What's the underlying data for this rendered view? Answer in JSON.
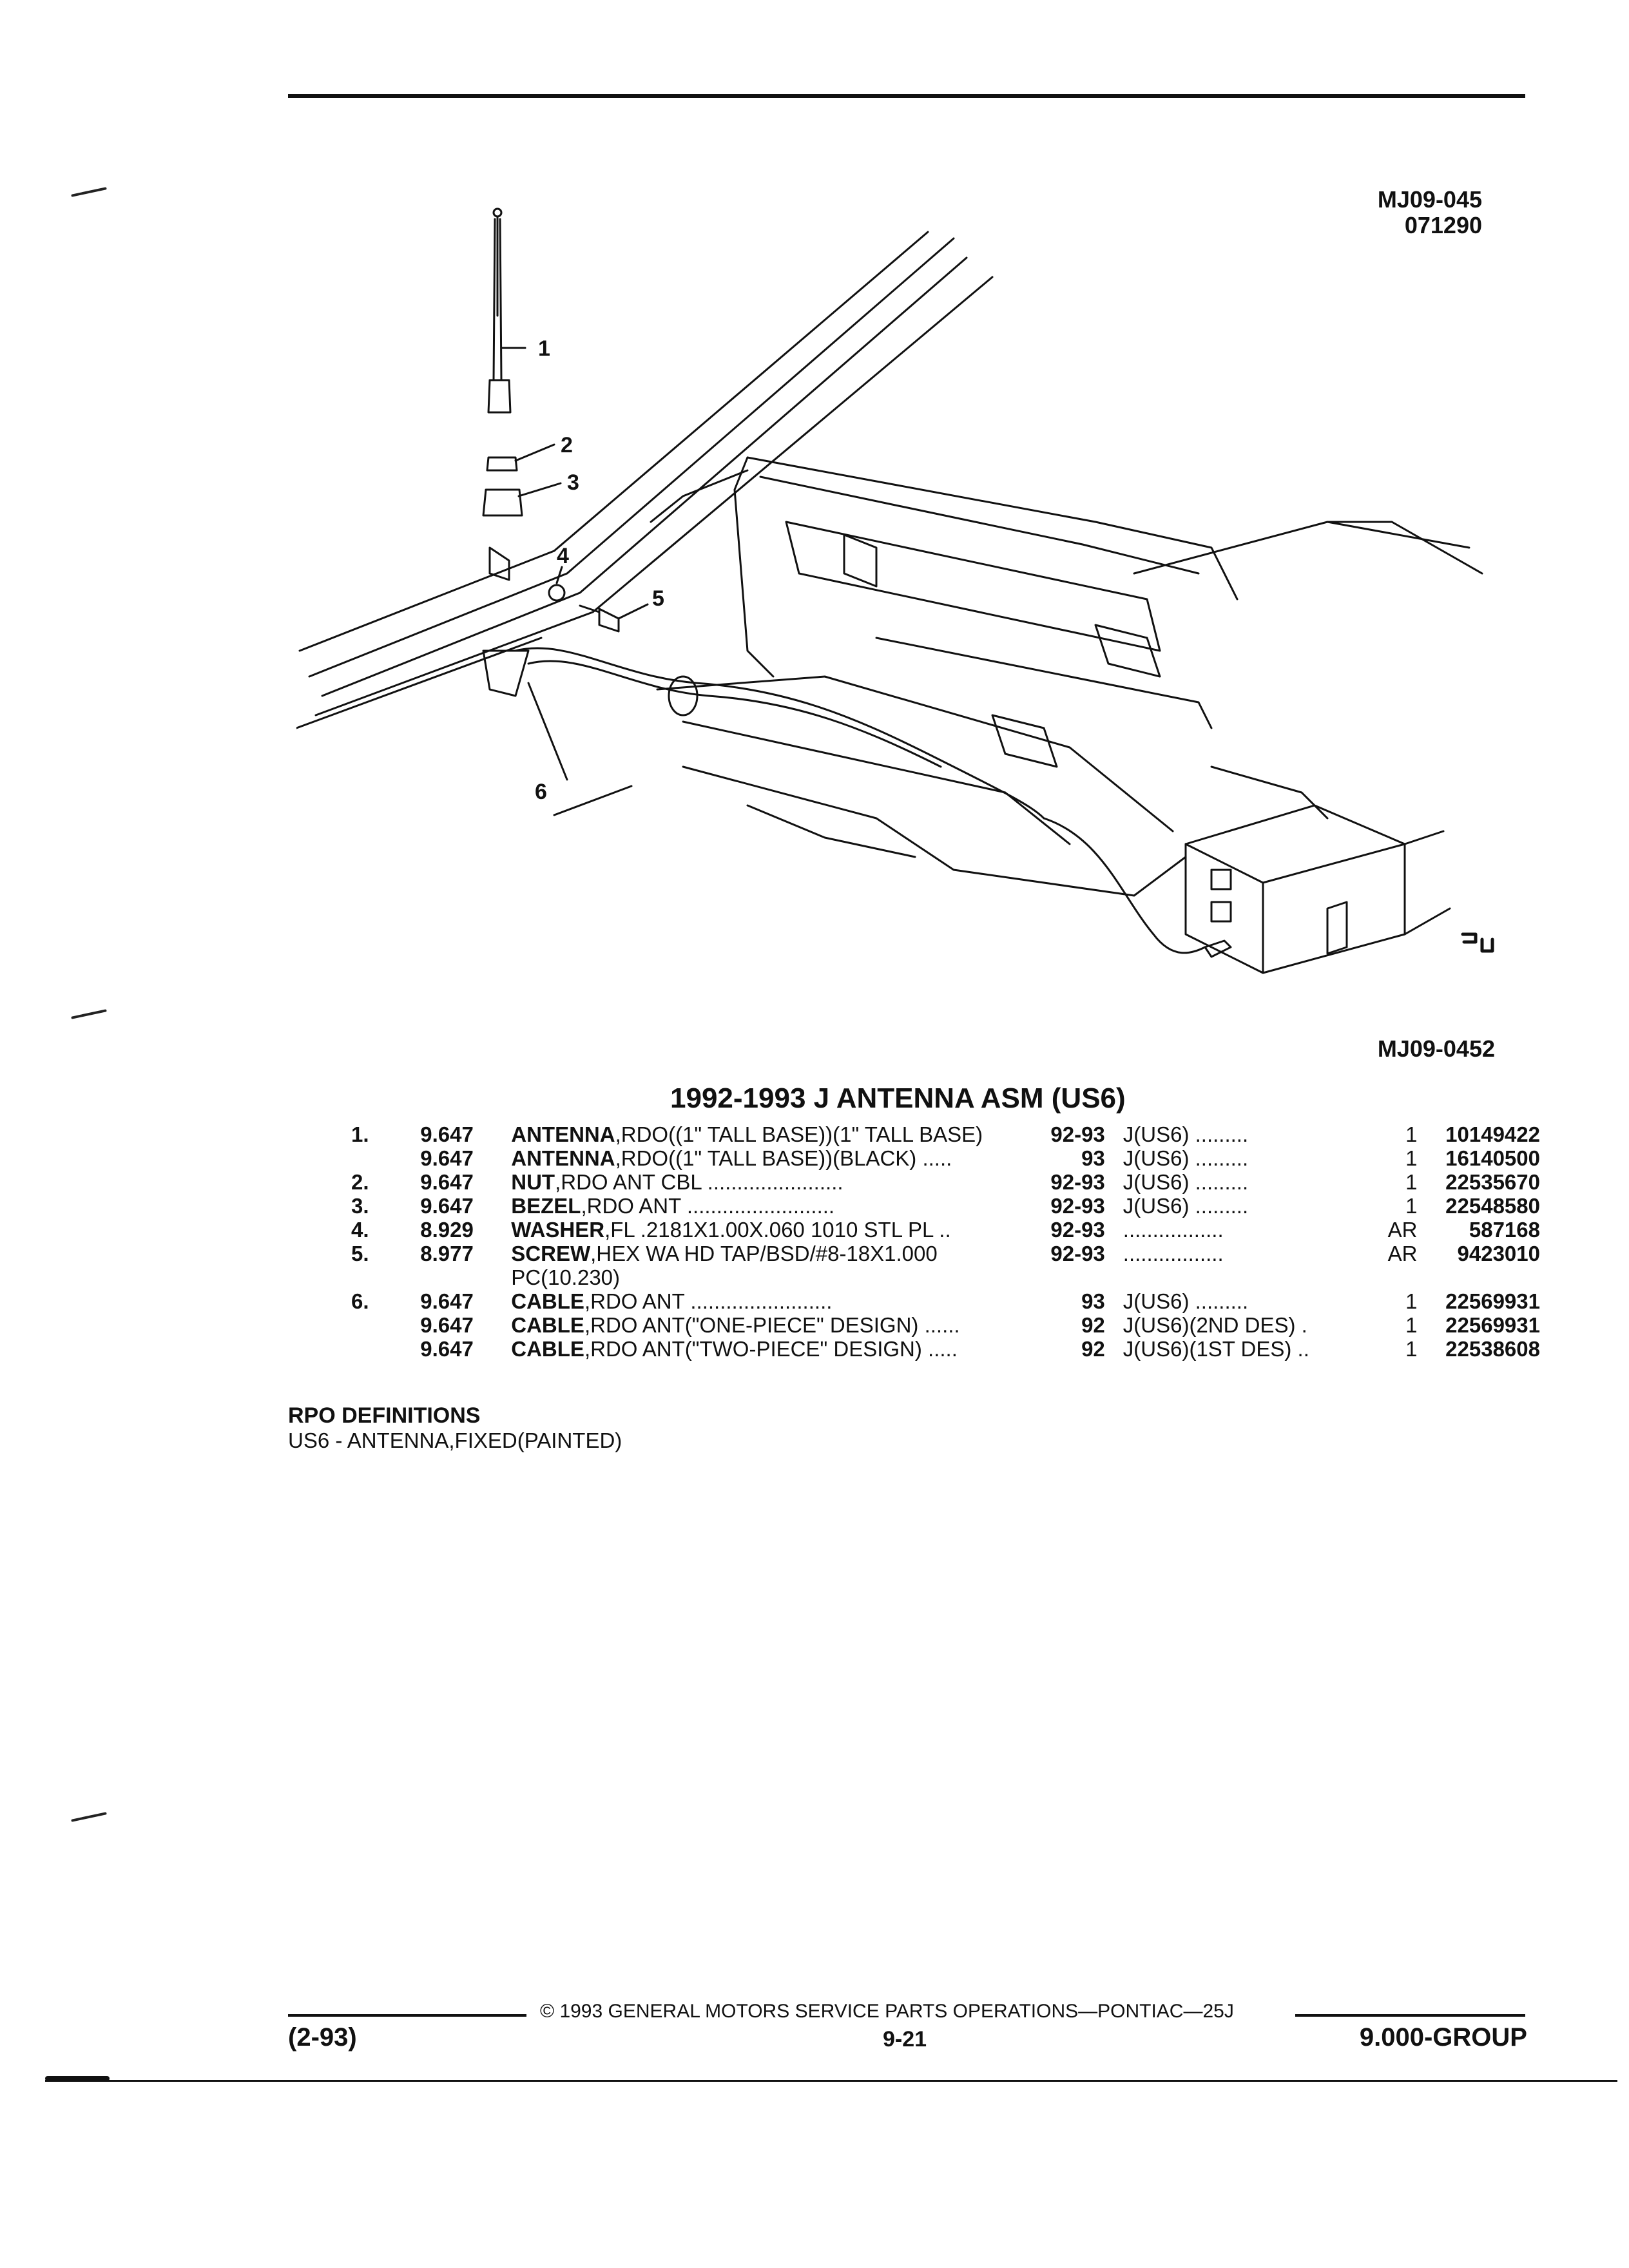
{
  "figure": {
    "code_top": [
      "MJ09-045",
      "071290"
    ],
    "code_bottom": "MJ09-0452",
    "callouts": [
      "1",
      "2",
      "3",
      "4",
      "5",
      "6"
    ]
  },
  "section_title": "1992-1993 J ANTENNA ASM (US6)",
  "parts": [
    {
      "idx": "1.",
      "group": "9.647",
      "name": "ANTENNA",
      "detail": ",RDO((1\" TALL BASE))(1\" TALL BASE)",
      "leader": "",
      "years": "92-93",
      "catalog": "J(US6)  .........",
      "qty": "1",
      "part_no": "10149422"
    },
    {
      "idx": "",
      "group": "9.647",
      "name": "ANTENNA",
      "detail": ",RDO((1\" TALL BASE))(BLACK)  .....",
      "leader": "",
      "years": "93",
      "catalog": "J(US6)  .........",
      "qty": "1",
      "part_no": "16140500"
    },
    {
      "idx": "2.",
      "group": "9.647",
      "name": "NUT",
      "detail": ",RDO ANT CBL  .......................",
      "leader": "",
      "years": "92-93",
      "catalog": "J(US6)  .........",
      "qty": "1",
      "part_no": "22535670"
    },
    {
      "idx": "3.",
      "group": "9.647",
      "name": "BEZEL",
      "detail": ",RDO ANT  .........................",
      "leader": "",
      "years": "92-93",
      "catalog": "J(US6)  .........",
      "qty": "1",
      "part_no": "22548580"
    },
    {
      "idx": "4.",
      "group": "8.929",
      "name": "WASHER",
      "detail": ",FL .2181X1.00X.060 1010 STL PL ..",
      "leader": "",
      "years": "92-93",
      "catalog": ".................",
      "qty": "AR",
      "part_no": "587168"
    },
    {
      "idx": "5.",
      "group": "8.977",
      "name": "SCREW",
      "detail": ",HEX WA HD TAP/BSD/#8-18X1.000 PC(10.230)",
      "leader": "",
      "years": "92-93",
      "catalog": ".................",
      "qty": "AR",
      "part_no": "9423010"
    },
    {
      "idx": "6.",
      "group": "9.647",
      "name": "CABLE",
      "detail": ",RDO ANT  ........................",
      "leader": "",
      "years": "93",
      "catalog": "J(US6)  .........",
      "qty": "1",
      "part_no": "22569931"
    },
    {
      "idx": "",
      "group": "9.647",
      "name": "CABLE",
      "detail": ",RDO ANT(\"ONE-PIECE\" DESIGN)  ......",
      "leader": "",
      "years": "92",
      "catalog": "J(US6)(2ND DES)  .",
      "qty": "1",
      "part_no": "22569931"
    },
    {
      "idx": "",
      "group": "9.647",
      "name": "CABLE",
      "detail": ",RDO ANT(\"TWO-PIECE\" DESIGN)  .....",
      "leader": "",
      "years": "92",
      "catalog": "J(US6)(1ST DES) ..",
      "qty": "1",
      "part_no": "22538608"
    }
  ],
  "rpo": {
    "heading": "RPO DEFINITIONS",
    "lines": [
      "US6 - ANTENNA,FIXED(PAINTED)"
    ]
  },
  "footer": {
    "copyright": "©  1993  GENERAL MOTORS SERVICE PARTS OPERATIONS—PONTIAC—25J",
    "date_code": "(2-93)",
    "page": "9-21",
    "group": "9.000-GROUP"
  }
}
